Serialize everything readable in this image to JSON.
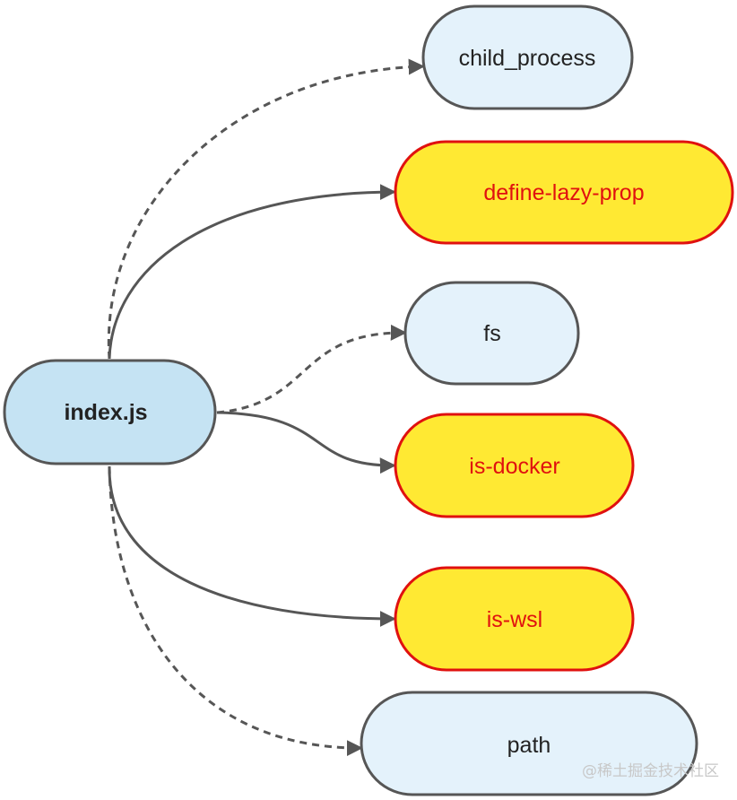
{
  "diagram": {
    "colors": {
      "root_fill": "#c5e3f3",
      "root_stroke": "#565656",
      "internal_fill": "#e4f2fb",
      "internal_stroke": "#565656",
      "external_fill": "#ffe933",
      "external_stroke": "#e0110f",
      "external_text": "#e0110f",
      "text": "#222222",
      "edge": "#565656"
    },
    "root": {
      "label": "index.js"
    },
    "nodes": [
      {
        "id": "child_process",
        "label": "child_process",
        "kind": "internal"
      },
      {
        "id": "define-lazy-prop",
        "label": "define-lazy-prop",
        "kind": "external"
      },
      {
        "id": "fs",
        "label": "fs",
        "kind": "internal"
      },
      {
        "id": "is-docker",
        "label": "is-docker",
        "kind": "external"
      },
      {
        "id": "is-wsl",
        "label": "is-wsl",
        "kind": "external"
      },
      {
        "id": "path",
        "label": "path",
        "kind": "internal"
      }
    ],
    "edges": [
      {
        "from": "index.js",
        "to": "child_process",
        "style": "dashed"
      },
      {
        "from": "index.js",
        "to": "define-lazy-prop",
        "style": "solid"
      },
      {
        "from": "index.js",
        "to": "fs",
        "style": "dashed"
      },
      {
        "from": "index.js",
        "to": "is-docker",
        "style": "solid"
      },
      {
        "from": "index.js",
        "to": "is-wsl",
        "style": "solid"
      },
      {
        "from": "index.js",
        "to": "path",
        "style": "dashed"
      }
    ]
  },
  "watermark": "@稀土掘金技术社区"
}
